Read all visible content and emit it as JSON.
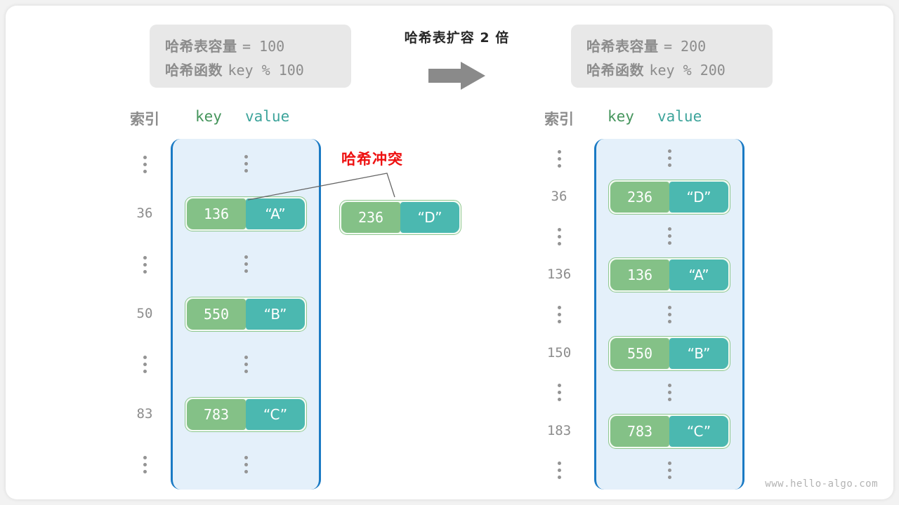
{
  "watermark": "www.hello-algo.com",
  "center": {
    "caption": "哈希表扩容 2 倍",
    "arrow_icon": "right-arrow-icon",
    "arrow_color": "#8a8a8a"
  },
  "colors": {
    "bucket_border": "#1a7ac4",
    "bucket_fill": "#e4f0fa",
    "key_cell": "#84c187",
    "value_cell": "#4bb8b0",
    "pair_border": "#8fc78f",
    "collision_red": "#ee1111",
    "muted_gray": "#8c8c8c"
  },
  "info_left": {
    "capacity_label": "哈希表容量",
    "capacity_value": "= 100",
    "function_label": "哈希函数",
    "function_value": "key % 100"
  },
  "info_right": {
    "capacity_label": "哈希表容量",
    "capacity_value": "= 200",
    "function_label": "哈希函数",
    "function_value": "key % 200"
  },
  "headers": {
    "index": "索引",
    "key": "key",
    "value": "value"
  },
  "collision": {
    "label": "哈希冲突",
    "pair": {
      "key": "236",
      "value": "“D”"
    }
  },
  "left_table": {
    "rows": [
      {
        "type": "dots",
        "index": "⋮"
      },
      {
        "type": "entry",
        "index": "36",
        "key": "136",
        "value": "“A”"
      },
      {
        "type": "dots",
        "index": "⋮"
      },
      {
        "type": "entry",
        "index": "50",
        "key": "550",
        "value": "“B”"
      },
      {
        "type": "dots",
        "index": "⋮"
      },
      {
        "type": "entry",
        "index": "83",
        "key": "783",
        "value": "“C”"
      },
      {
        "type": "dots",
        "index": "⋮"
      }
    ]
  },
  "right_table": {
    "rows": [
      {
        "type": "dots",
        "index": "⋮"
      },
      {
        "type": "entry",
        "index": "36",
        "key": "236",
        "value": "“D”"
      },
      {
        "type": "dots",
        "index": "⋮"
      },
      {
        "type": "entry",
        "index": "136",
        "key": "136",
        "value": "“A”"
      },
      {
        "type": "dots",
        "index": "⋮"
      },
      {
        "type": "entry",
        "index": "150",
        "key": "550",
        "value": "“B”"
      },
      {
        "type": "dots",
        "index": "⋮"
      },
      {
        "type": "entry",
        "index": "183",
        "key": "783",
        "value": "“C”"
      },
      {
        "type": "dots",
        "index": "⋮"
      }
    ]
  }
}
